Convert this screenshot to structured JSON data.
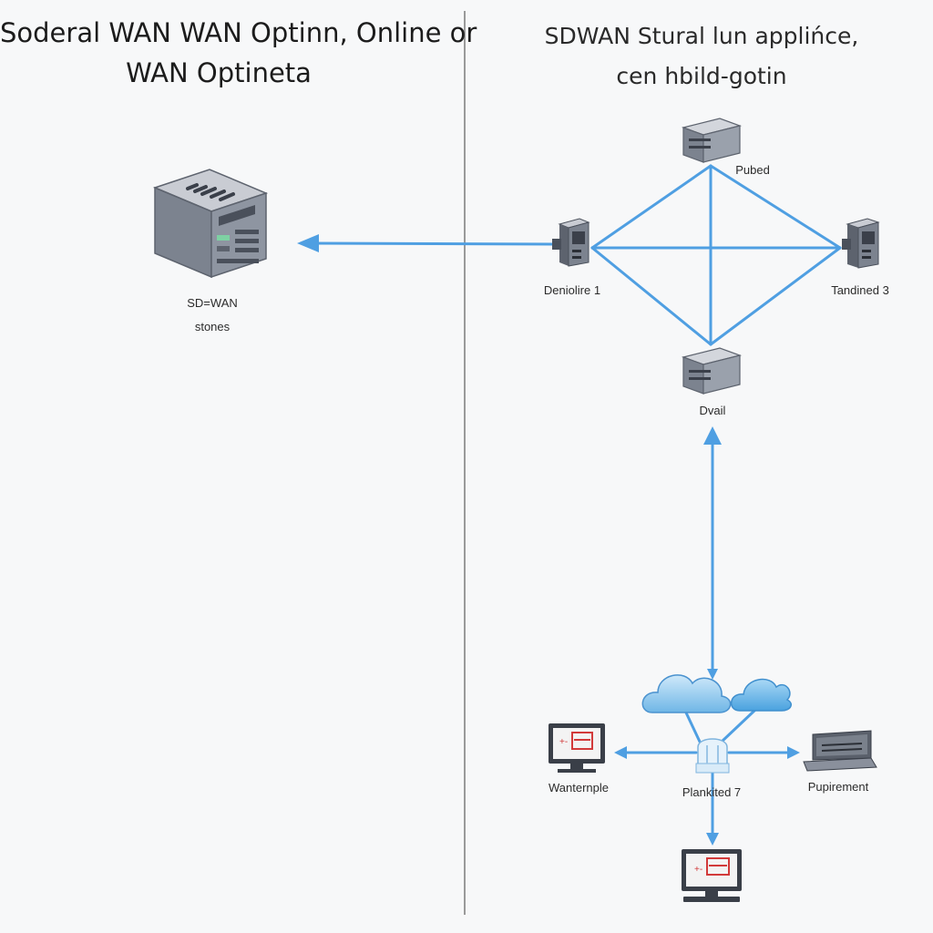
{
  "titles": {
    "left_line1": "Soderal WAN WAN Optinn, Online or",
    "left_line2": "WAN Optineta",
    "right_line1": "SDWAN Stural lun applińce,",
    "right_line2": "cen hbild-gotin"
  },
  "nodes": {
    "sdwan_appliance": {
      "line1": "SD=WAN",
      "line2": "stones",
      "icon": "server-appliance-icon"
    },
    "pubed": {
      "label": "Pubed",
      "icon": "router-icon"
    },
    "deniolire": {
      "label": "Deniolire 1",
      "icon": "tower-server-icon"
    },
    "tandined": {
      "label": "Tandined 3",
      "icon": "tower-server-icon"
    },
    "dvail": {
      "label": "Dvail",
      "icon": "router-icon"
    },
    "plankited": {
      "label": "Plankited 7",
      "icon": "gateway-icon"
    },
    "wanternple": {
      "label": "Wanternple",
      "icon": "monitor-icon"
    },
    "pupirement": {
      "label": "Pupirement",
      "icon": "laptop-icon"
    },
    "bottom_monitor": {
      "icon": "monitor-icon"
    },
    "clouds": {
      "icon": "cloud-icon"
    }
  },
  "colors": {
    "link": "#4f9fe2",
    "device_top": "#c9ccd3",
    "device_front": "#8a909c",
    "device_side": "#6d7480",
    "cloud_fill": "#8cc8ee",
    "screen": "#f3f3f3",
    "screen_mark": "#d23a3a",
    "divider": "#9a9a9a"
  }
}
